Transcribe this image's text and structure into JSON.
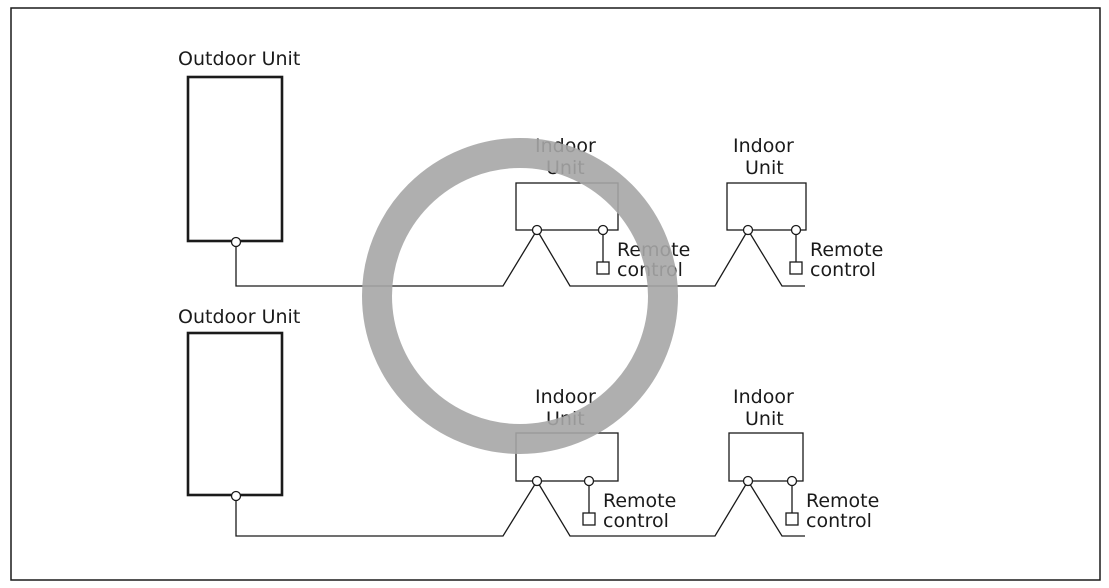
{
  "diagram": {
    "title": "",
    "outdoor_label": "Outdoor Unit",
    "indoor_label_line1": "Indoor",
    "indoor_label_line2": "Unit",
    "remote_label_line1": "Remote",
    "remote_label_line2": "control",
    "mark_color": "#a6a6a6"
  }
}
